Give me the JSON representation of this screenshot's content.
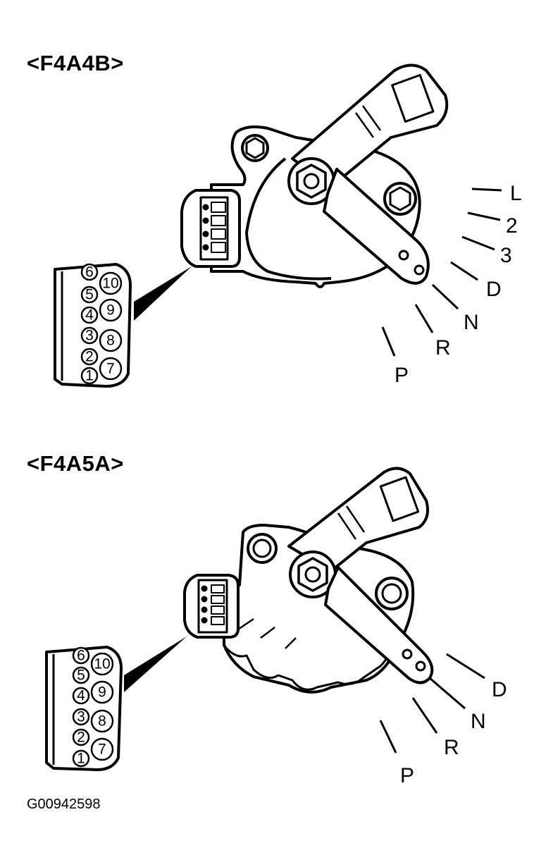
{
  "figure_id": "G00942598",
  "switches": [
    {
      "title": "<F4A4B>",
      "positions": [
        "L",
        "2",
        "3",
        "D",
        "N",
        "R",
        "P"
      ],
      "pins": [
        "6",
        "10",
        "5",
        "9",
        "4",
        "3",
        "8",
        "2",
        "7",
        "1"
      ]
    },
    {
      "title": "<F4A5A>",
      "positions": [
        "D",
        "N",
        "R",
        "P"
      ],
      "pins": [
        "6",
        "10",
        "5",
        "9",
        "4",
        "3",
        "8",
        "2",
        "7",
        "1"
      ]
    }
  ]
}
